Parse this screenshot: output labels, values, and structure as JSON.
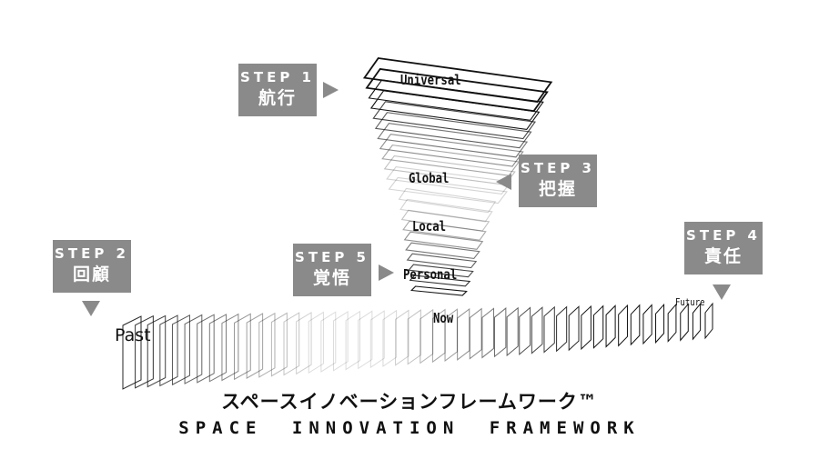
{
  "steps": [
    {
      "en": "STEP 1",
      "jp": "航行"
    },
    {
      "en": "STEP 2",
      "jp": "回顧"
    },
    {
      "en": "STEP 3",
      "jp": "把握"
    },
    {
      "en": "STEP 4",
      "jp": "責任"
    },
    {
      "en": "STEP 5",
      "jp": "覚悟"
    }
  ],
  "vertical_labels": {
    "universal": "Universal",
    "global": "Global",
    "local": "Local",
    "personal": "Personal"
  },
  "horizontal_labels": {
    "past": "Past",
    "now": "Now",
    "future": "Future"
  },
  "title_jp": "スペースイノベーションフレームワーク™",
  "title_en": "SPACE INNOVATION FRAMEWORK",
  "colors": {
    "step_box": "#8a8a8a",
    "step_text": "#ffffff",
    "line": "#111111"
  }
}
